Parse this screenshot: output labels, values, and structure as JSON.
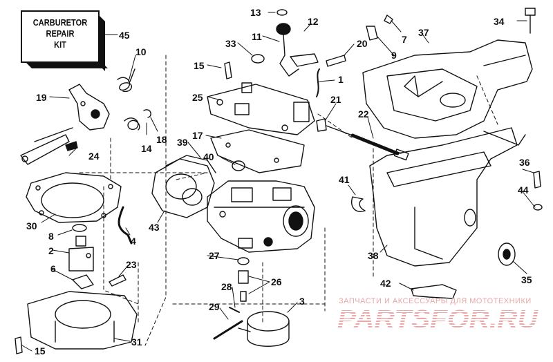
{
  "kit_label": {
    "line1": "CARBURETOR",
    "line2": "REPAIR",
    "line3": "KIT"
  },
  "callouts": {
    "c1": "1",
    "c2": "2",
    "c3": "3",
    "c4": "4",
    "c6": "6",
    "c7": "7",
    "c8": "8",
    "c9": "9",
    "c10": "10",
    "c11": "11",
    "c12": "12",
    "c13": "13",
    "c14": "14",
    "c15a": "15",
    "c15b": "15",
    "c17": "17",
    "c18": "18",
    "c19": "19",
    "c20": "20",
    "c21": "21",
    "c22": "22",
    "c23": "23",
    "c24": "24",
    "c25": "25",
    "c26": "26",
    "c27": "27",
    "c28": "28",
    "c29": "29",
    "c30": "30",
    "c31": "31",
    "c33": "33",
    "c34": "34",
    "c35": "35",
    "c36": "36",
    "c37": "37",
    "c38": "38",
    "c39": "39",
    "c40": "40",
    "c41": "41",
    "c42": "42",
    "c43": "43",
    "c44": "44",
    "c45": "45"
  },
  "watermark": {
    "subtitle": "ЗАПЧАСТИ И АКСЕССУАРЫ ДЛЯ МОТОТЕХНИКИ",
    "logo_text": "PARTSFOR.RU",
    "color": "#e9a7a7"
  },
  "colors": {
    "ink": "#111111",
    "paper": "#ffffff",
    "shade": "#bbbbbb"
  }
}
